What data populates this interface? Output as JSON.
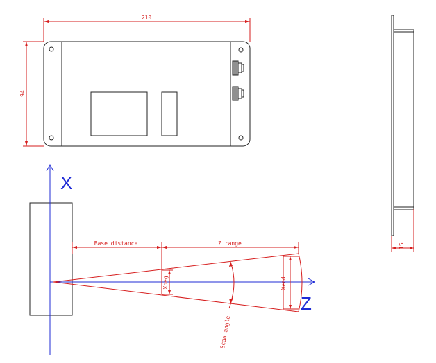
{
  "top_view": {
    "width_dim": "210",
    "height_dim": "94"
  },
  "side_view": {
    "thickness_dim": "15"
  },
  "axes": {
    "x_label": "X",
    "z_label": "Z"
  },
  "measurement": {
    "base_distance_label": "Base distance",
    "z_range_label": "Z range",
    "x_beg_label": "Xbeg",
    "x_end_label": "Xend",
    "scan_angle_label": "Scan angle"
  },
  "colors": {
    "outline": "#222222",
    "dimension": "#d61e1e",
    "axis": "#1f2bd6"
  }
}
